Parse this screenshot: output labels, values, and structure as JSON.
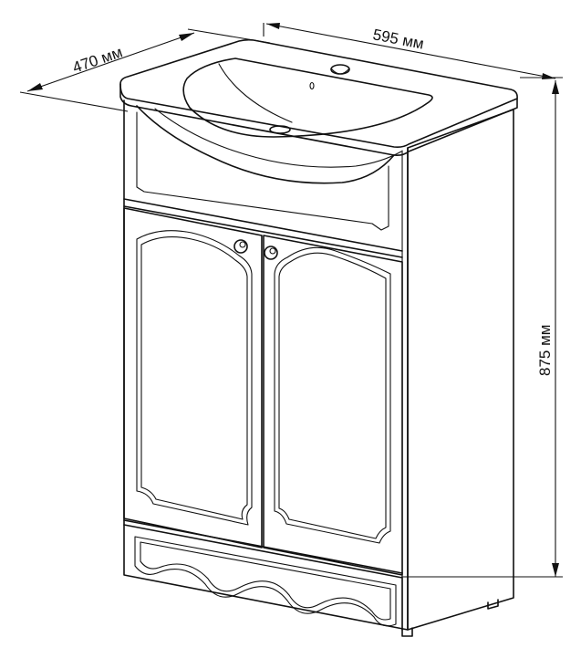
{
  "dimensions": {
    "depth_label": "470 мм",
    "width_label": "595 мм",
    "height_label": "875 мм"
  },
  "colors": {
    "line": "#111111",
    "background": "#ffffff"
  }
}
